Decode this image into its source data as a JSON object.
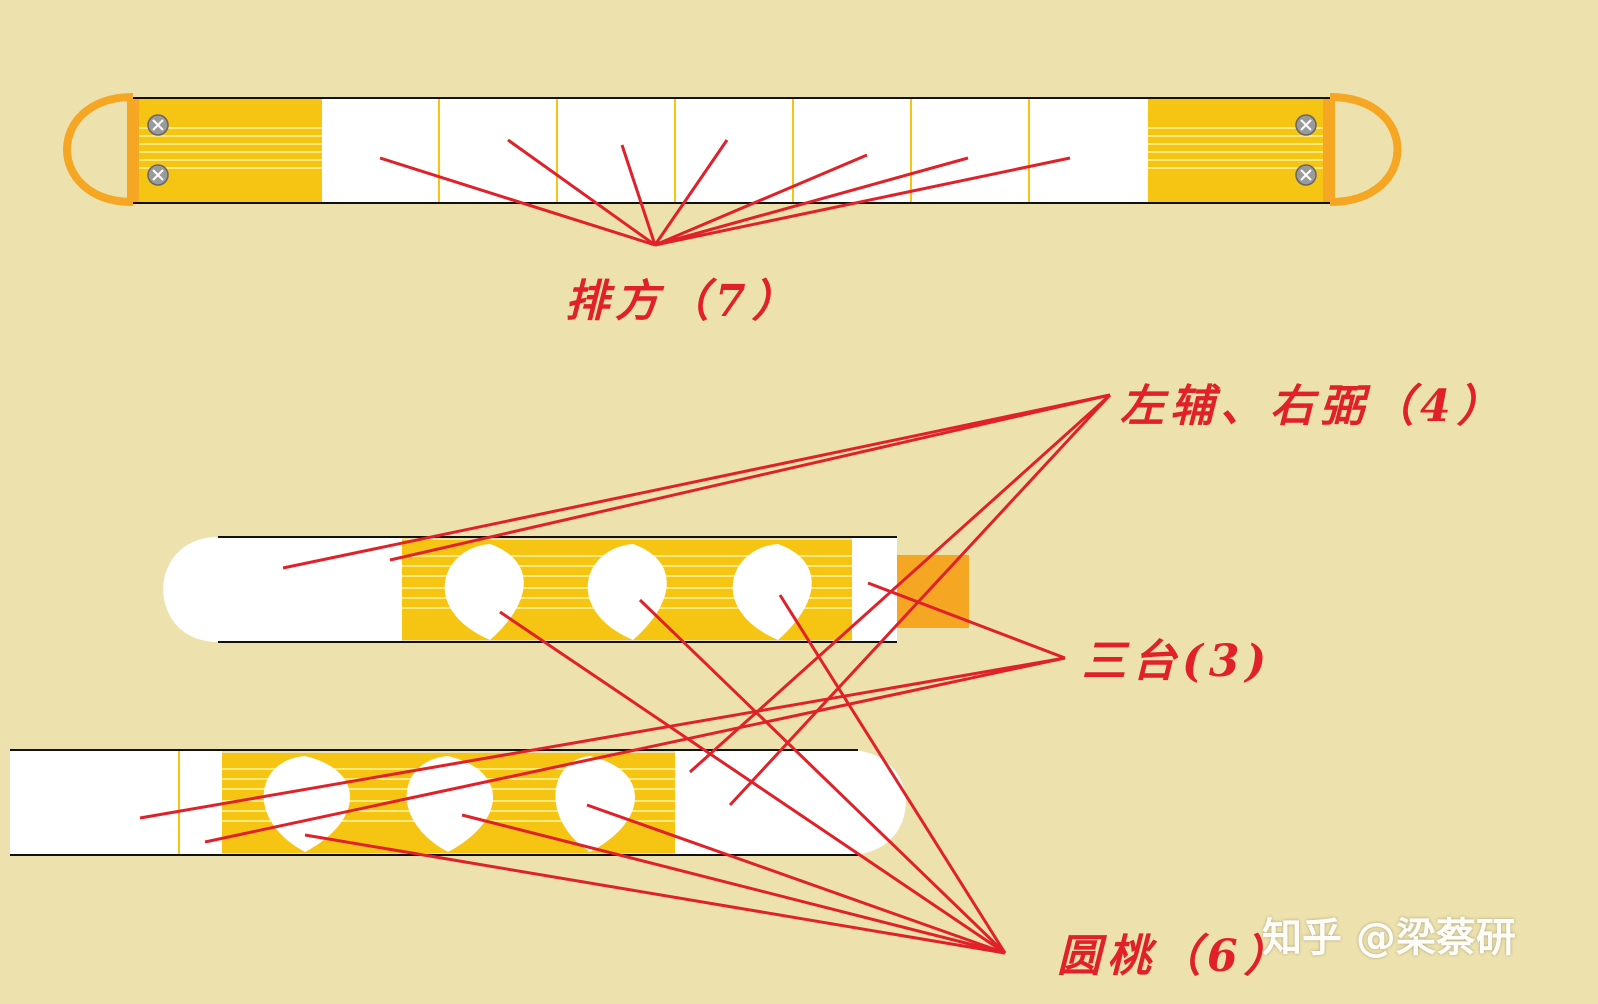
{
  "labels": {
    "paifang": "排方（7）",
    "zuofu_youbi": "左辅、右弼（4）",
    "santai": "三台(3)",
    "yuantao": "圆桃（6）"
  },
  "watermark": "知乎 @梁蔡研",
  "colors": {
    "background": "#ede2ae",
    "gold": "#f6c514",
    "gold_stripe": "#fbe97a",
    "buckle": "#f5a623",
    "plaque": "#ffffff",
    "outline": "#111111",
    "leader": "#e0212a",
    "screw": "#9a9a9a"
  }
}
